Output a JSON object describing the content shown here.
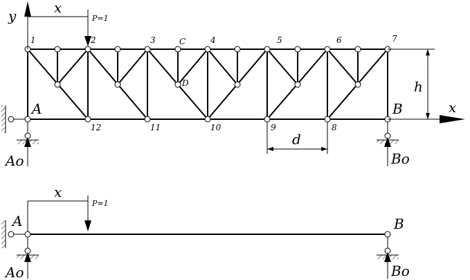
{
  "labels": {
    "y_axis": "y",
    "x_axis": "x",
    "x_dim_top": "x",
    "x_dim_bottom": "x",
    "load_top": "P=1",
    "load_bottom": "P=1",
    "h": "h",
    "d": "d",
    "support_A_top": "A",
    "support_B_top": "B",
    "reaction_A_top": "Ao",
    "reaction_B_top": "Bo",
    "support_A_bottom": "A",
    "support_B_bottom": "B",
    "reaction_A_bottom": "Ao",
    "reaction_B_bottom": "Bo",
    "node_C": "C",
    "node_D": "D",
    "top_nodes": [
      "1",
      "2",
      "3",
      "4",
      "5",
      "6",
      "7"
    ],
    "bottom_nodes": [
      "12",
      "11",
      "10",
      "9",
      "8"
    ]
  }
}
